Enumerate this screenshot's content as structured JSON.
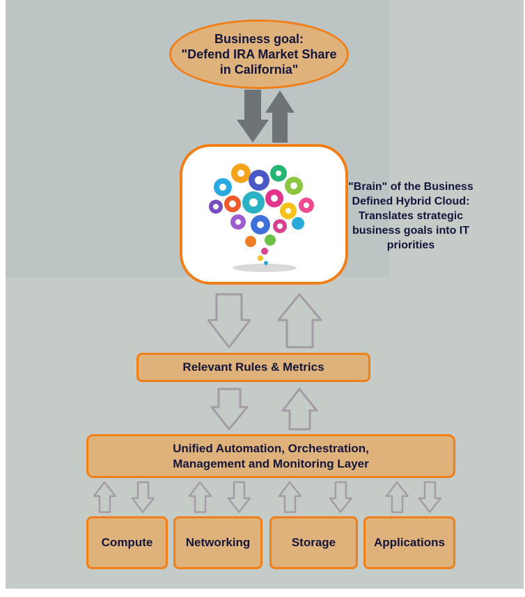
{
  "goal": {
    "line1": "Business goal:",
    "line2": "\"Defend IRA Market Share",
    "line3": "in California\""
  },
  "brain": {
    "icon": "brain-gears-icon",
    "caption_lines": [
      "\"Brain\" of the Business",
      "Defined Hybrid Cloud:",
      "Translates strategic",
      "business goals into IT",
      "priorities"
    ]
  },
  "rules": {
    "label": "Relevant Rules & Metrics"
  },
  "automation": {
    "line1": "Unified Automation, Orchestration,",
    "line2": "Management and Monitoring Layer"
  },
  "resources": [
    {
      "label": "Compute"
    },
    {
      "label": "Networking"
    },
    {
      "label": "Storage"
    },
    {
      "label": "Applications"
    }
  ],
  "colors": {
    "box_fill": "#dfb27c",
    "box_border": "#f07f18",
    "text": "#13153a",
    "solid_arrow": "#6e7378",
    "outline_arrow": "#a49ca4"
  }
}
